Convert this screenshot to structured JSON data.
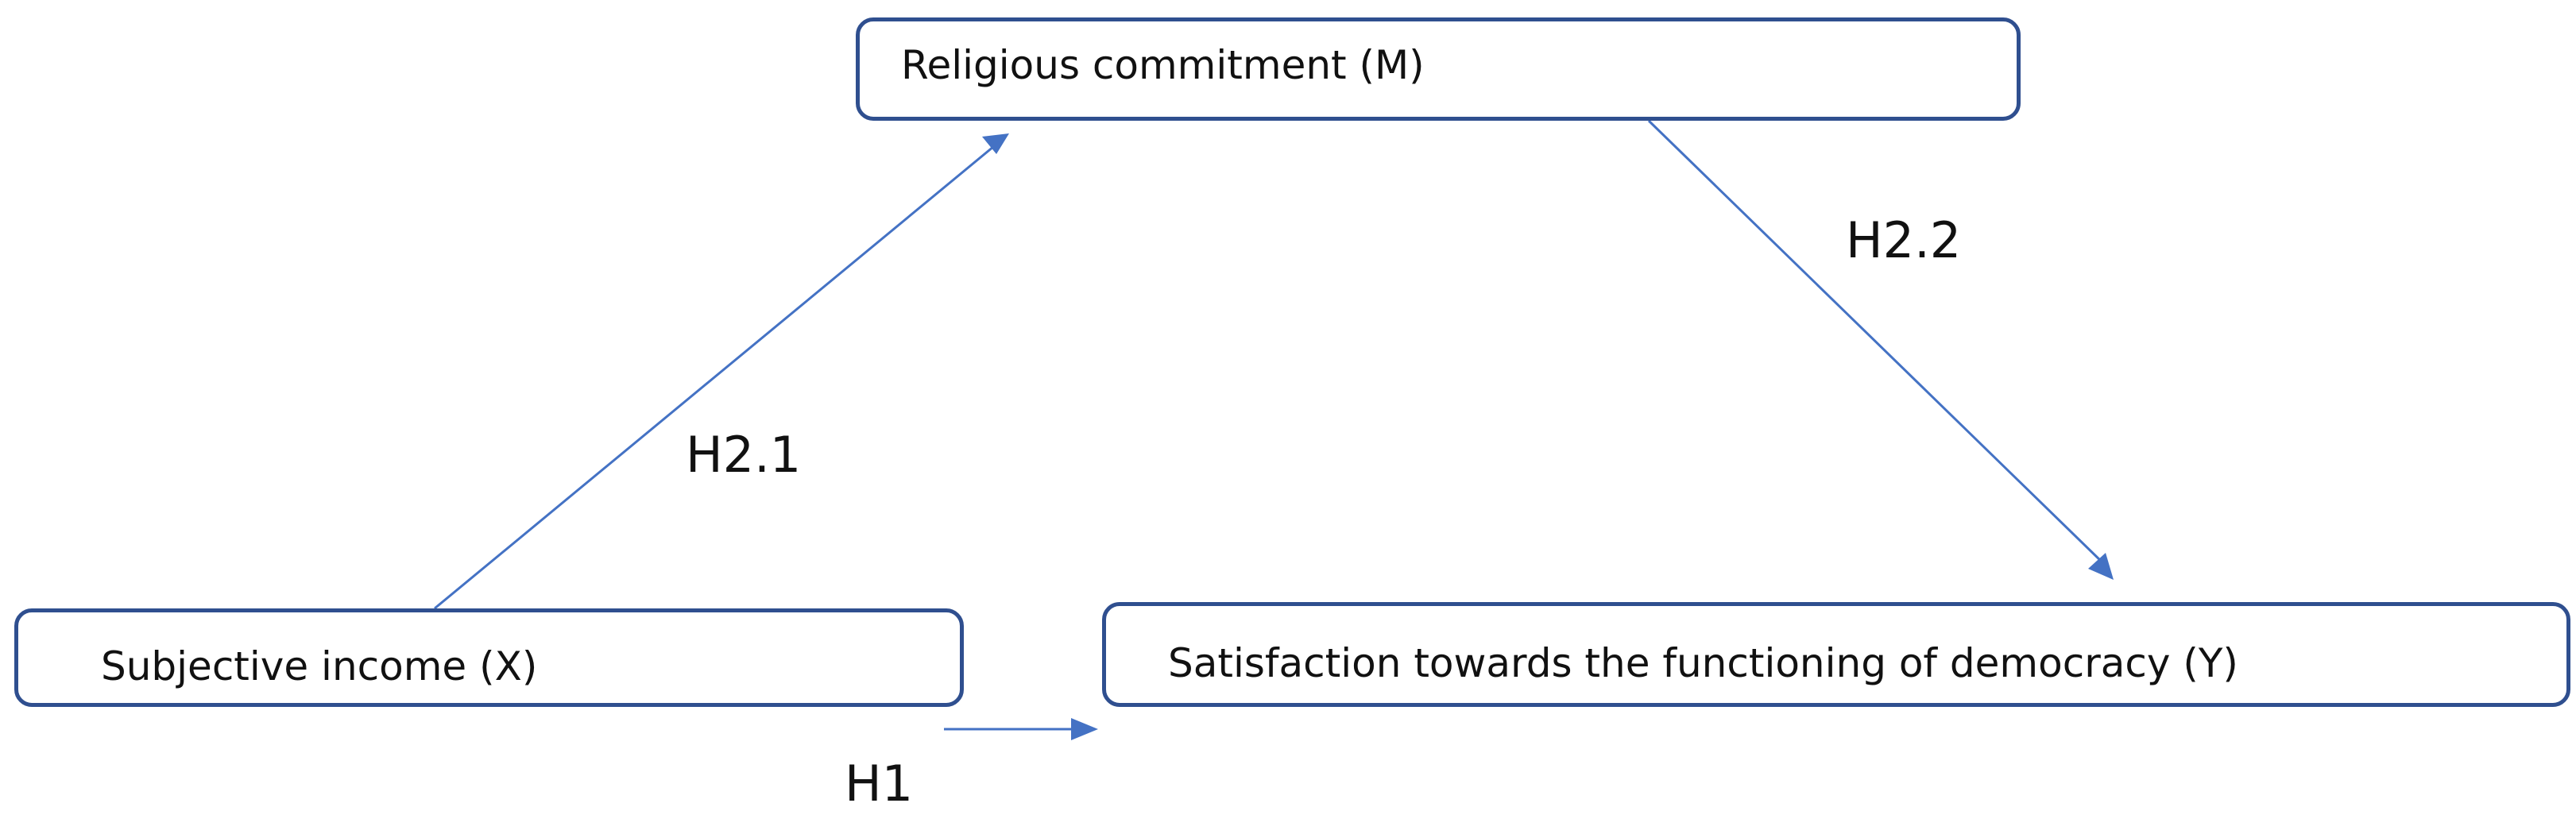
{
  "nodes": {
    "mediator": {
      "label": "Religious commitment (M)"
    },
    "independent": {
      "label": "Subjective income (X)"
    },
    "dependent": {
      "label": "Satisfaction towards the functioning of democracy (Y)"
    }
  },
  "paths": {
    "x_to_m": {
      "label": "H2.1"
    },
    "m_to_y": {
      "label": "H2.2"
    },
    "x_to_y": {
      "label": "H1"
    }
  },
  "colors": {
    "box_border": "#2f4f8f",
    "arrow": "#4472c4",
    "text": "#111111"
  }
}
